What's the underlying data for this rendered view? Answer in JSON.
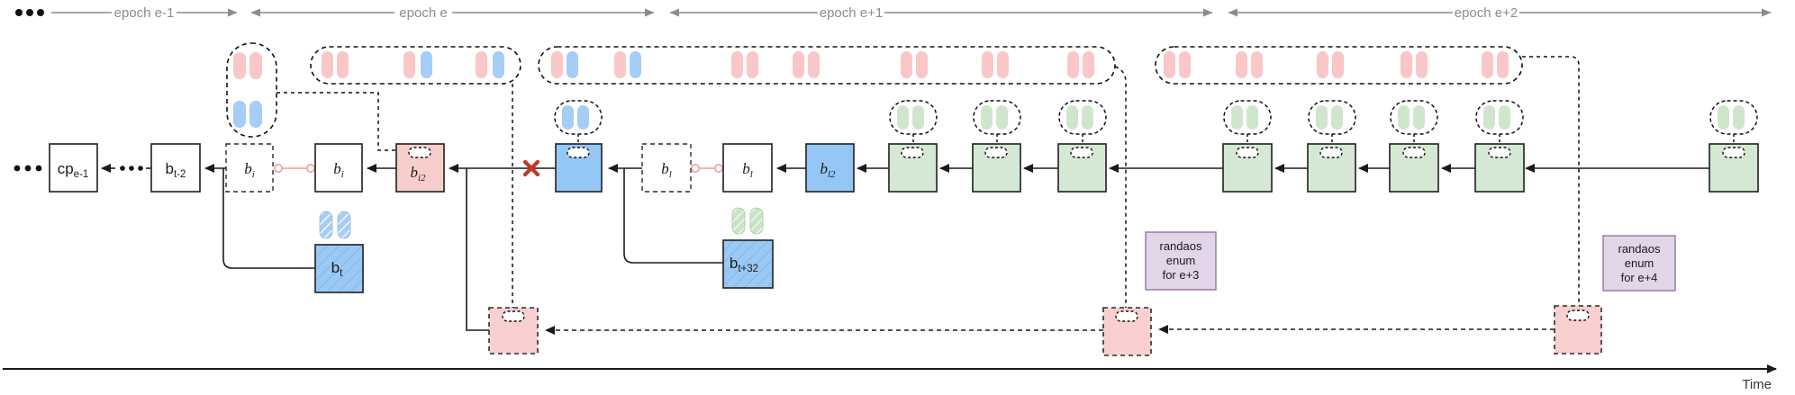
{
  "header": {
    "epochs": [
      {
        "label": "epoch e-1"
      },
      {
        "label": "epoch e"
      },
      {
        "label": "epoch e+1"
      },
      {
        "label": "epoch e+2"
      }
    ]
  },
  "chain": {
    "checkpoint": {
      "main": "cp",
      "sub": "e-1"
    },
    "b_t_minus_2": {
      "main": "b",
      "sub": "t-2"
    },
    "b_i_dashed": {
      "main": "b",
      "sub": "i"
    },
    "b_i": {
      "main": "b",
      "sub": "i"
    },
    "b_i2": {
      "main": "b",
      "sub": "i2"
    },
    "b_l_dashed": {
      "main": "b",
      "sub": "l"
    },
    "b_l": {
      "main": "b",
      "sub": "l"
    },
    "b_l2": {
      "main": "b",
      "sub": "l2"
    },
    "b_t": {
      "main": "b",
      "sub": "t"
    },
    "b_t_plus_32": {
      "main": "b",
      "sub": "t+32"
    }
  },
  "annotations": {
    "randao_e3": {
      "lines": [
        "randaos",
        "enum",
        "for e+3"
      ]
    },
    "randao_e4": {
      "lines": [
        "randaos",
        "enum",
        "for e+4"
      ]
    }
  },
  "time_axis": {
    "label": "Time"
  },
  "attestation_groups": {
    "epoch_e_minus_1_capsule": [
      "pink",
      "pink",
      "blue",
      "blue"
    ],
    "epoch_e_capsule": [
      [
        "pink",
        "pink"
      ],
      [
        "pink",
        "blue"
      ],
      [
        "pink",
        "blue"
      ]
    ],
    "epoch_e_plus_1_capsule": [
      [
        "pink",
        "blue"
      ],
      [
        "pink",
        "blue"
      ],
      [
        "pink",
        "pink"
      ],
      [
        "pink",
        "pink"
      ],
      [
        "pink",
        "pink"
      ],
      [
        "pink",
        "pink"
      ],
      [
        "pink",
        "pink"
      ]
    ],
    "epoch_e_plus_2_capsule": [
      [
        "pink",
        "pink"
      ],
      [
        "pink",
        "pink"
      ],
      [
        "pink",
        "pink"
      ],
      [
        "pink",
        "pink"
      ],
      [
        "pink",
        "pink"
      ]
    ],
    "block_capsules": [
      [
        "blue",
        "blue"
      ],
      [
        "green",
        "green"
      ],
      [
        "green",
        "green"
      ],
      [
        "green",
        "green"
      ],
      [
        "green",
        "green"
      ],
      [
        "green",
        "green"
      ],
      [
        "green",
        "green"
      ],
      [
        "green",
        "green"
      ],
      [
        "green",
        "green"
      ]
    ],
    "hatched_pills_over_b_t": [
      "blue-hatched",
      "blue-hatched"
    ],
    "hatched_pills_over_b_t_plus_32": [
      "green-hatched",
      "green-hatched"
    ]
  },
  "icons": {
    "invalid_link": "red-x",
    "broken_link": "pink-circle-connector",
    "attestation": "pill",
    "included_attestation": "dashed-pill"
  },
  "colors": {
    "pink_fill": "#F8CECC",
    "pink_pill": "#F9C7C7",
    "blue_fill": "#94C7F5",
    "blue_pill": "#A6CDF6",
    "green_fill": "#D5E8D4",
    "green_pill": "#CFE6CD",
    "purple_fill": "#E1D5E7",
    "purple_border": "#9673A6",
    "red_x": "#C0392B",
    "link_pink": "#F19C99",
    "gray": "#8C8C8C",
    "line_black": "#1A1A1A"
  }
}
